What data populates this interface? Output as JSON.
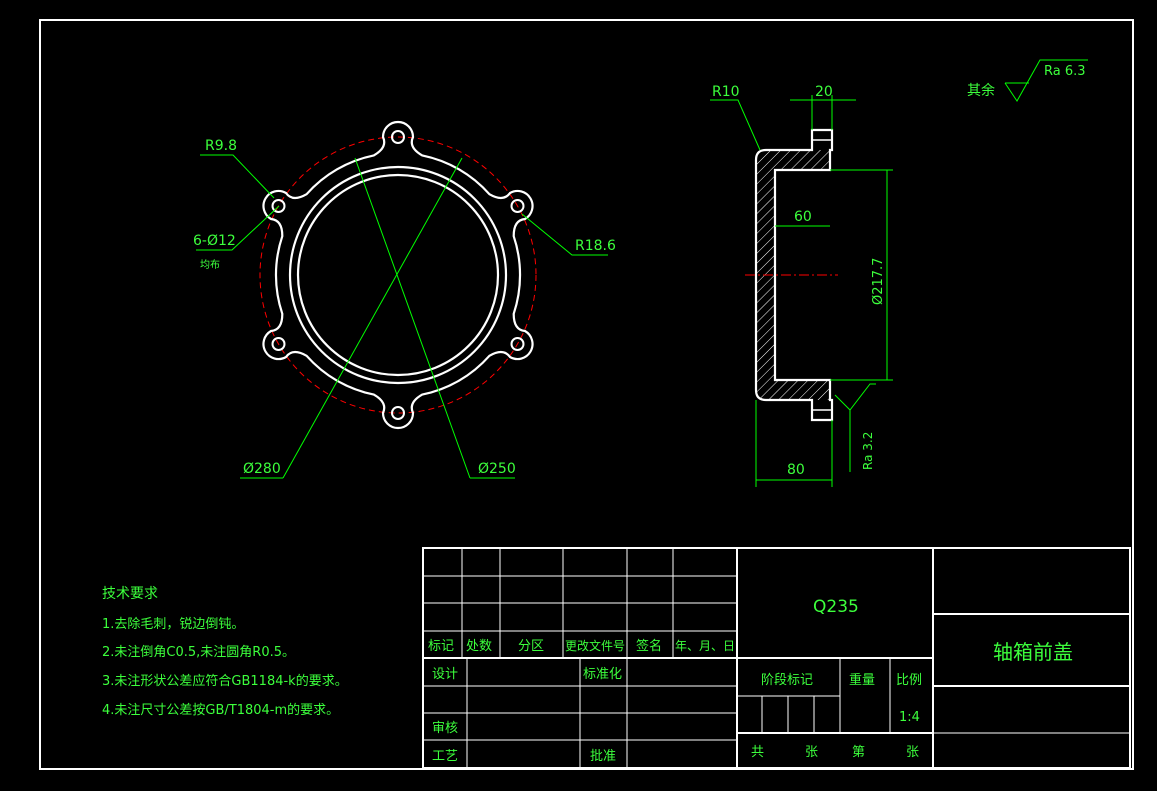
{
  "colors": {
    "background": "#000000",
    "outline": "#ffffff",
    "dimension": "#00ff00",
    "centerline": "#ff0000",
    "text": "#3cff3c",
    "hatch": "#ffffff"
  },
  "front_view": {
    "bolt_hole_count": 6,
    "label_r98": "R9.8",
    "label_holes": "6-Ø12",
    "label_holes_note": "均布",
    "label_r186": "R18.6",
    "label_d280": "Ø280",
    "label_d250": "Ø250"
  },
  "section_view": {
    "label_r10": "R10",
    "label_20": "20",
    "label_60": "60",
    "label_d2177": "Ø217.7",
    "label_80": "80",
    "label_ra32": "Ra 3.2"
  },
  "surface_finish": {
    "label_rest": "其余",
    "label_ra63": "Ra 6.3"
  },
  "tech_requirements": {
    "title": "技术要求",
    "items": [
      "1.去除毛刺，锐边倒钝。",
      "2.未注倒角C0.5,未注圆角R0.5。",
      "3.未注形状公差应符合GB1184-k的要求。",
      "4.未注尺寸公差按GB/T1804-m的要求。"
    ]
  },
  "title_block": {
    "material": "Q235",
    "part_name": "轴箱前盖",
    "header_cols": [
      "标记",
      "处数",
      "分区",
      "更改文件号",
      "签名",
      "年、月、日"
    ],
    "design": "设计",
    "standardize": "标准化",
    "review": "审核",
    "process": "工艺",
    "approve": "批准",
    "stage_mark": "阶段标记",
    "weight": "重量",
    "scale_label": "比例",
    "scale_value": "1:4",
    "total": "共",
    "sheets": "张",
    "sheet_no": "第",
    "sheets2": "张"
  }
}
